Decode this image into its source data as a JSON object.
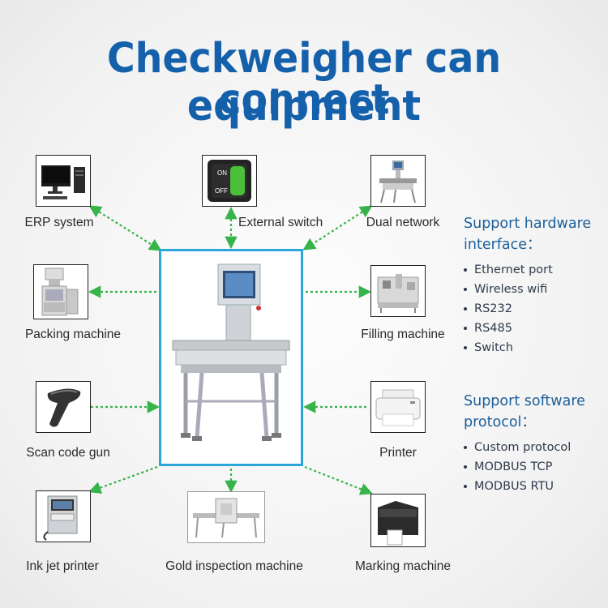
{
  "title": {
    "line1": "Checkweigher can connect",
    "line2": "equipment"
  },
  "nodes": {
    "erp": "ERP system",
    "switch": "External switch",
    "dual": "Dual network",
    "packing": "Packing machine",
    "filling": "Filling machine",
    "scan": "Scan code gun",
    "printer": "Printer",
    "inkjet": "Ink jet printer",
    "gold": "Gold inspection machine",
    "marking": "Marking machine"
  },
  "switch_icon": {
    "on": "ON",
    "off": "OFF"
  },
  "hardware": {
    "heading_line1": "Support hardware",
    "heading_line2": "interface：",
    "items": [
      "Ethernet port",
      "Wireless wifi",
      "RS232",
      "RS485",
      "Switch"
    ]
  },
  "software": {
    "heading_line1": "Support software",
    "heading_line2": "protocol：",
    "items": [
      "Custom protocol",
      "MODBUS TCP",
      "MODBUS RTU"
    ]
  },
  "colors": {
    "title": "#1460ab",
    "arrow": "#36b44a",
    "center_border": "#2aa7d8",
    "side_heading": "#1c5f99"
  }
}
